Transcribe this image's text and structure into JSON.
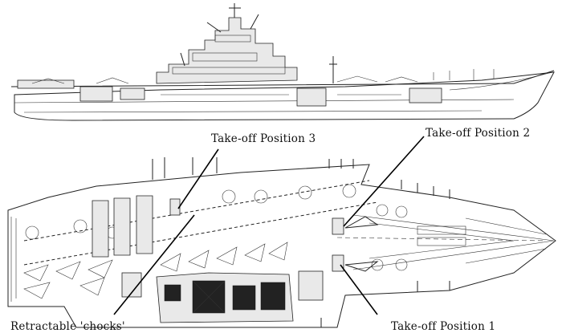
{
  "labels": {
    "takeoff_3": "Take-off Position 3",
    "takeoff_2": "Take-off Position 2",
    "takeoff_1": "Take-off Position 1",
    "chocks": "Retractable 'chocks'"
  }
}
